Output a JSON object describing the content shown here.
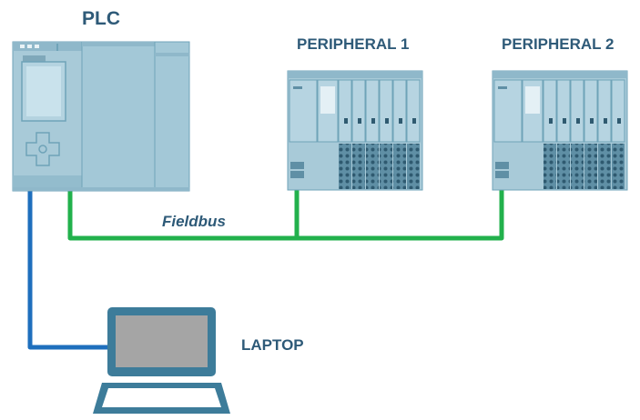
{
  "labels": {
    "plc": "PLC",
    "peripheral_1": "PERIPHERAL 1",
    "peripheral_2": "PERIPHERAL 2",
    "laptop": "LAPTOP",
    "fieldbus": "Fieldbus"
  },
  "colors": {
    "label_text": "#2e5a78",
    "fieldbus_line": "#22b14c",
    "laptop_line": "#1e6fbd",
    "device_body": "#9ec4d4",
    "device_border": "#6fa3b8",
    "laptop_body": "#3d7c9a",
    "laptop_screen": "#a5a5a5"
  }
}
